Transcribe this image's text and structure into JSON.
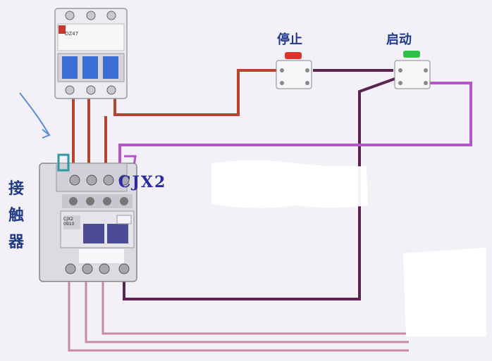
{
  "labels": {
    "stop": "停止",
    "start": "启动",
    "contactor_chars": [
      "接",
      "触",
      "器"
    ],
    "contactor_code": "CJX2",
    "breaker_tag": "DZ47",
    "contactor_model": "CJX2 0910"
  },
  "colors": {
    "wire_red": "#b8442d",
    "wire_purple": "#b455c9",
    "wire_darkpurple": "#5b2350",
    "stop_button": "#e0302a",
    "start_button": "#2ec24a",
    "breaker_body": "#ecebf0",
    "contactor_body": "#dcdbe2"
  },
  "icons": [
    "arrow-annotation-icon"
  ]
}
